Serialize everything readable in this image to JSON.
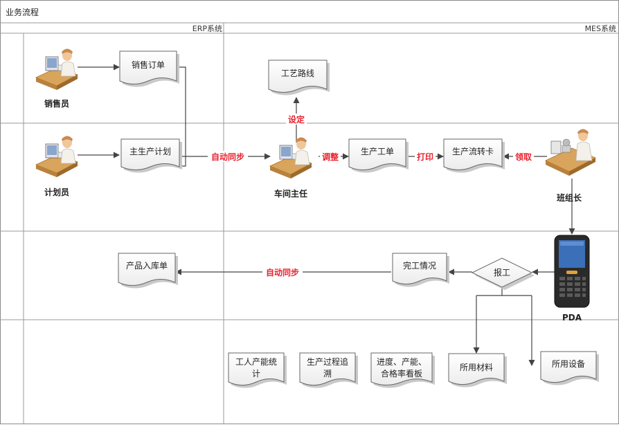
{
  "title": "业务流程",
  "columns": {
    "erp": "ERP系统",
    "mes": "MES系统"
  },
  "actors": {
    "sales": "销售员",
    "planner": "计划员",
    "workshop_director": "车间主任",
    "team_leader": "班组长",
    "pda": "PDA"
  },
  "documents": {
    "sales_order": "销售订单",
    "master_plan": "主生产计划",
    "process_route": "工艺路线",
    "work_order": "生产工单",
    "route_card": "生产流转卡",
    "storage_form": "产品入库单",
    "completion": "完工情况",
    "labor_stats_l1": "工人产能统",
    "labor_stats_l2": "计",
    "trace_l1": "生产过程追",
    "trace_l2": "溯",
    "board_l1": "进度、产能、",
    "board_l2": "合格率看板",
    "materials": "所用材料",
    "equipment": "所用设备"
  },
  "decision": {
    "report": "报工"
  },
  "flow_labels": {
    "auto_sync_1": "自动同步",
    "set": "设定",
    "adjust": "调整",
    "print": "打印",
    "receive": "领取",
    "auto_sync_2": "自动同步"
  },
  "colors": {
    "flow_label": "#e8232f",
    "line": "#444444",
    "grid": "#9a9a9a",
    "doc_fill": "#f7f7f7",
    "shadow": "#c9c9c9",
    "desk": "#d9a45c",
    "pda_body": "#2a2a2a",
    "pda_screen": "#3b6fb8"
  }
}
